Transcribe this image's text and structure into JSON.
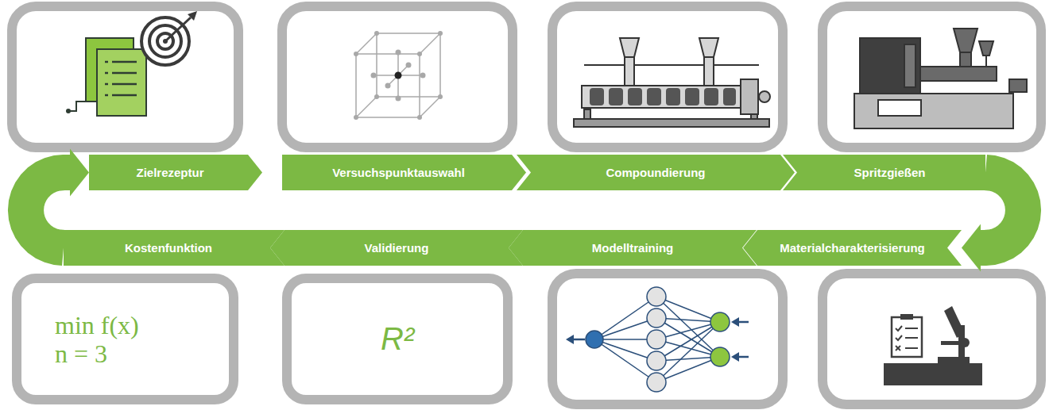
{
  "diagram": {
    "nodes": [
      {
        "text": [
          "Zielrezeptur"
        ]
      },
      {
        "text": [
          "Versuchspunktauswahl"
        ]
      },
      {
        "text": [
          "Compoundierung"
        ]
      },
      {
        "text": [
          "Spritzgießen"
        ]
      },
      {
        "text": [
          "Materialcharakterisierung"
        ]
      },
      {
        "text": [
          "Modelltraining"
        ]
      },
      {
        "text": [
          "Validierung"
        ]
      },
      {
        "text": [
          "Kostenfunktion"
        ]
      },
      {
        "text": [
          "min f(x)",
          "n = 3"
        ]
      },
      {
        "text": [
          "R²"
        ]
      }
    ],
    "edges": [
      {
        "from": 3,
        "to": 4,
        "arrow": "to"
      },
      {
        "from": 7,
        "to": 0,
        "arrow": "to"
      }
    ]
  }
}
